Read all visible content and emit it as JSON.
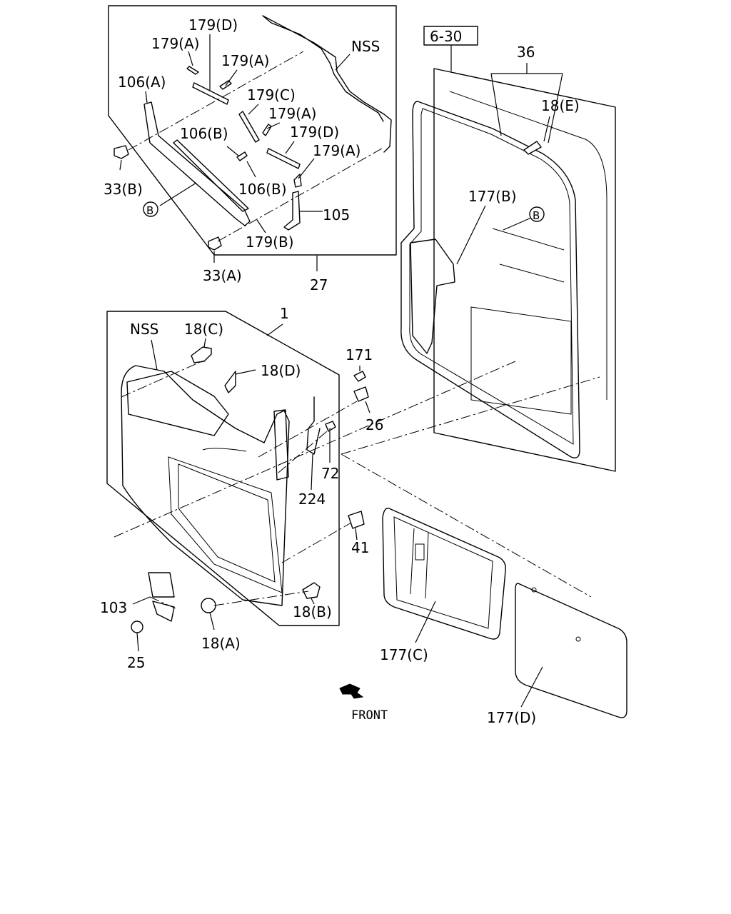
{
  "labels": {
    "p179d_top": "179(D)",
    "p179a_1": "179(A)",
    "p179a_2": "179(A)",
    "nss_top": "NSS",
    "p106a": "106(A)",
    "p179c": "179(C)",
    "p179a_3": "179(A)",
    "p179d_2": "179(D)",
    "p106b_1": "106(B)",
    "p179a_4": "179(A)",
    "p33b": "33(B)",
    "p106b_2": "106(B)",
    "circle_b_1": "B",
    "p105": "105",
    "p179b": "179(B)",
    "p33a": "33(A)",
    "p27": "27",
    "ref_box": "6-30",
    "p36": "36",
    "p18e": "18(E)",
    "p177b": "177(B)",
    "circle_b_2": "B",
    "p1": "1",
    "nss_mid": "NSS",
    "p18c": "18(C)",
    "p18d": "18(D)",
    "p171": "171",
    "p26": "26",
    "p72": "72",
    "p224": "224",
    "p41": "41",
    "p103": "103",
    "p18b": "18(B)",
    "p25": "25",
    "p18a": "18(A)",
    "p177c": "177(C)",
    "p177d": "177(D)",
    "front": "FRONT"
  }
}
